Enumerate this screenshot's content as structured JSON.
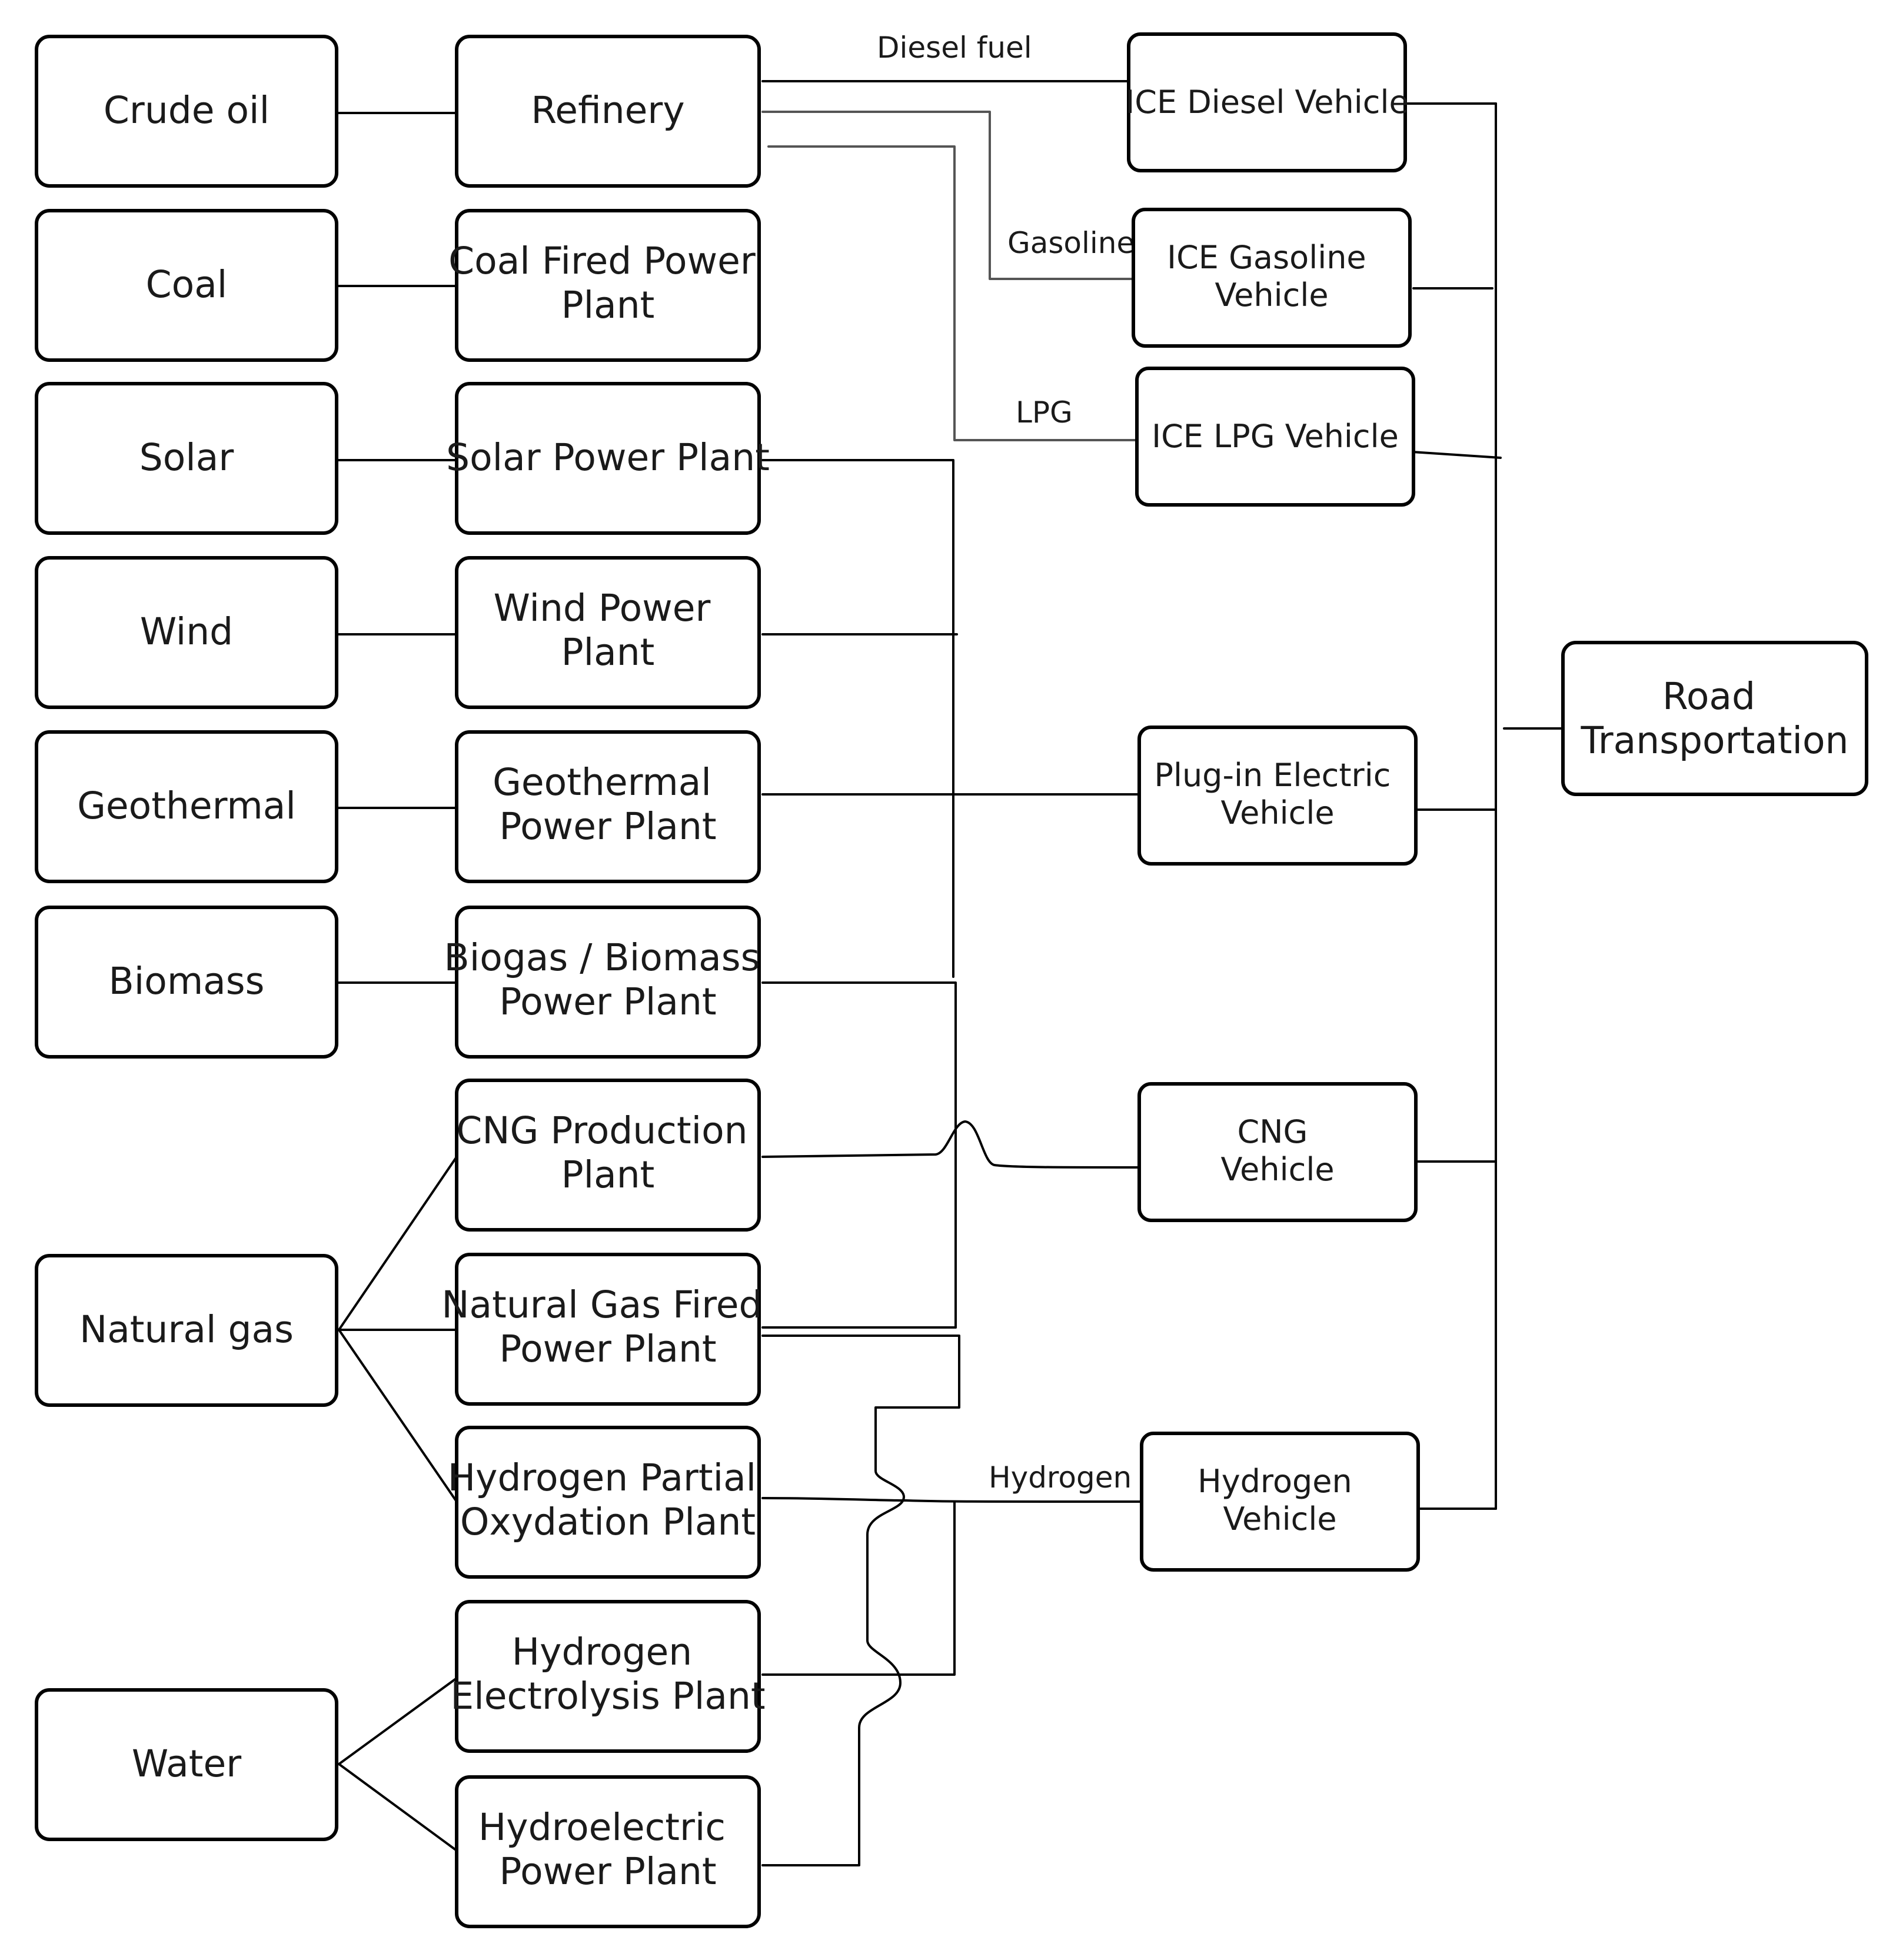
{
  "sources": {
    "crude_oil": "Crude oil",
    "coal": "Coal",
    "solar": "Solar",
    "wind": "Wind",
    "geothermal": "Geothermal",
    "biomass": "Biomass",
    "natural_gas": "Natural gas",
    "water": "Water"
  },
  "plants": {
    "refinery": [
      "Refinery"
    ],
    "coal_plant": [
      "Coal Fired Power",
      "Plant"
    ],
    "solar_plant": [
      "Solar Power Plant"
    ],
    "wind_plant": [
      "Wind Power",
      "Plant"
    ],
    "geothermal_plant": [
      "Geothermal",
      "Power Plant"
    ],
    "biomass_plant": [
      "Biogas / Biomass",
      "Power Plant"
    ],
    "cng_plant": [
      "CNG Production",
      "Plant"
    ],
    "ng_power_plant": [
      "Natural Gas Fired",
      "Power Plant"
    ],
    "h2_partial_ox_plant": [
      "Hydrogen Partial",
      "Oxydation Plant"
    ],
    "h2_electrolysis_plant": [
      "Hydrogen",
      "Electrolysis Plant"
    ],
    "hydroelectric_plant": [
      "Hydroelectric",
      "Power Plant"
    ]
  },
  "vehicles": {
    "ice_diesel": [
      "ICE Diesel Vehicle"
    ],
    "ice_gasoline": [
      "ICE Gasoline",
      "Vehicle"
    ],
    "ice_lpg": [
      "ICE LPG Vehicle"
    ],
    "plugin_electric": [
      "Plug-in Electric",
      "Vehicle"
    ],
    "cng_vehicle": [
      "CNG",
      "Vehicle"
    ],
    "hydrogen_vehicle": [
      "Hydrogen",
      "Vehicle"
    ]
  },
  "target": {
    "road_transportation": [
      "Road",
      "Transportation"
    ]
  },
  "edge_labels": {
    "diesel_fuel": "Diesel fuel",
    "gasoline": "Gasoline",
    "lpg": "LPG",
    "hydrogen": "Hydrogen"
  }
}
